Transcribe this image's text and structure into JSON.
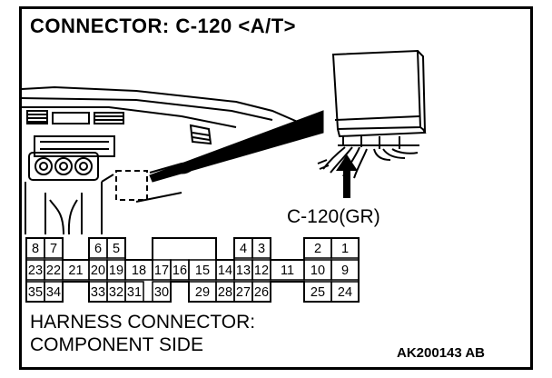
{
  "title": "CONNECTOR: C-120 <A/T>",
  "callout_label": "C-120(GR)",
  "harness_line1": "HARNESS CONNECTOR:",
  "harness_line2": "COMPONENT SIDE",
  "figure_code": "AK200143 AB",
  "pins": {
    "row1": [
      {
        "label": "8"
      },
      {
        "label": "7"
      },
      {
        "label": "6"
      },
      {
        "label": "5"
      },
      {
        "label": "4"
      },
      {
        "label": "3"
      },
      {
        "label": "2"
      },
      {
        "label": "1"
      }
    ],
    "row2": [
      {
        "label": "23"
      },
      {
        "label": "22"
      },
      {
        "label": "21"
      },
      {
        "label": "20"
      },
      {
        "label": "19"
      },
      {
        "label": "18"
      },
      {
        "label": "17"
      },
      {
        "label": "16"
      },
      {
        "label": "15"
      },
      {
        "label": "14"
      },
      {
        "label": "13"
      },
      {
        "label": "12"
      },
      {
        "label": "11"
      },
      {
        "label": "10"
      },
      {
        "label": "9"
      }
    ],
    "row3": [
      {
        "label": "35"
      },
      {
        "label": "34"
      },
      {
        "label": "33"
      },
      {
        "label": "32"
      },
      {
        "label": "31"
      },
      {
        "label": "30"
      },
      {
        "label": "29"
      },
      {
        "label": "28"
      },
      {
        "label": "27"
      },
      {
        "label": "26"
      },
      {
        "label": "25"
      },
      {
        "label": "24"
      }
    ]
  }
}
